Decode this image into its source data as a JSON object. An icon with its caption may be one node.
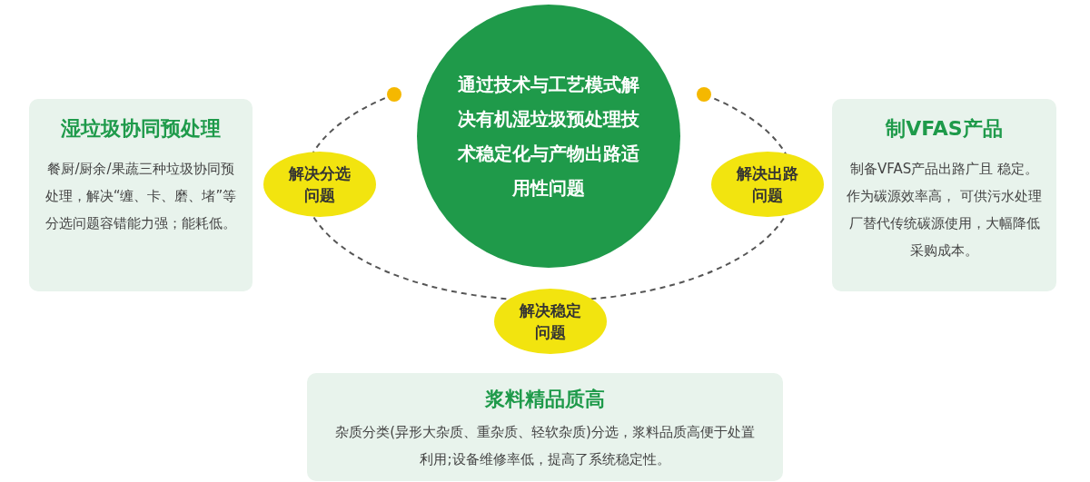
{
  "diagram": {
    "nodes": [
      {
        "text": [
          "通过技术与工艺模式解决有机湿垃圾预处理技术稳定化与产物出路适用性问题"
        ]
      },
      {
        "text": [
          "湿垃圾协同预处理",
          "餐厨/厨余/果蔬三种垃圾协同预处理，解决“缠、卡、磨、堵”等分选问题容错能力强；能耗低。"
        ]
      },
      {
        "text": [
          "制VFAS产品",
          "制备VFAS产品出路广且 稳定。作为碳源效率高， 可供污水处理厂替代传统碳源使用，大幅降低采购成本。"
        ]
      },
      {
        "text": [
          "浆料精品质高",
          "杂质分类(异形大杂质、重杂质、轻软杂质)分选，浆料品质高便于处置利用;设备维修率低，提高了系统稳定性。"
        ]
      },
      {
        "text": [
          "解决分选问题"
        ]
      },
      {
        "text": [
          "解决出路问题"
        ]
      },
      {
        "text": [
          "解决稳定问题"
        ]
      }
    ]
  }
}
